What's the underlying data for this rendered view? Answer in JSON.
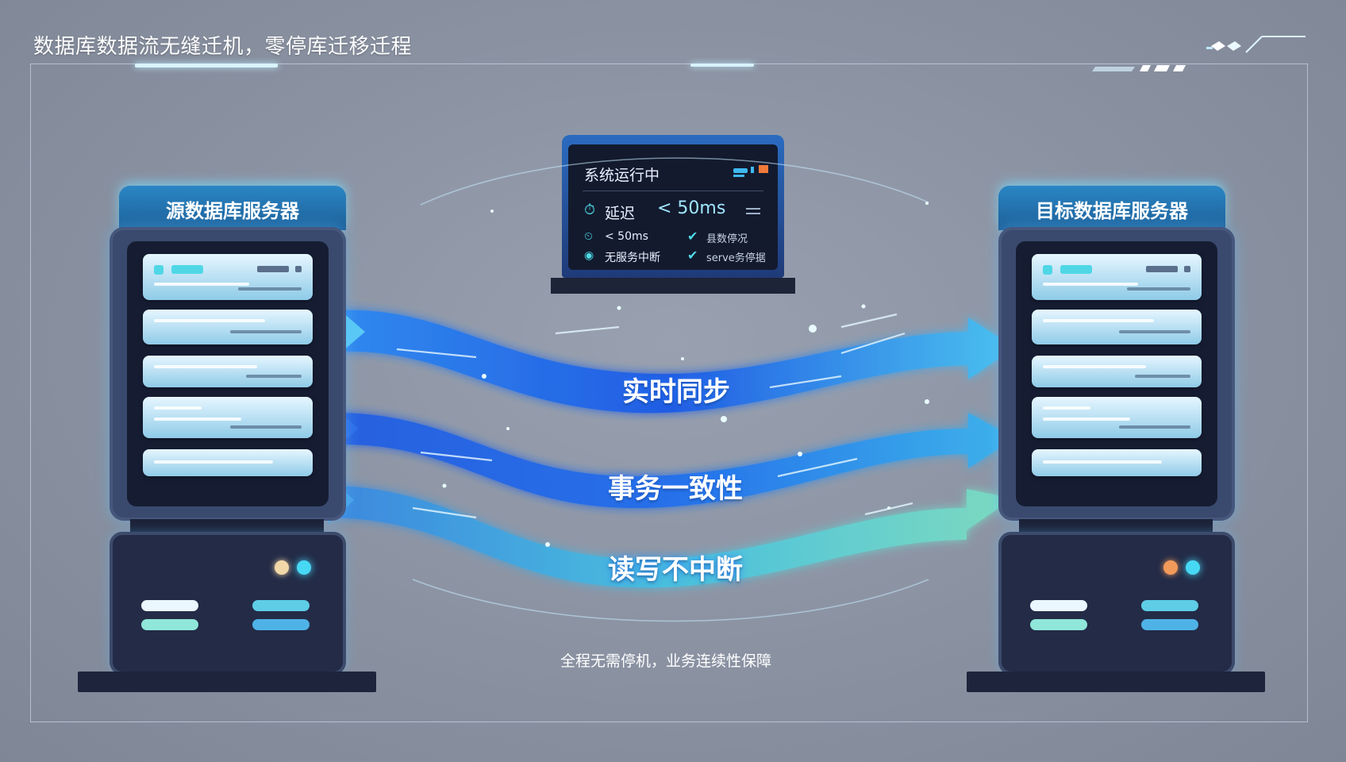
{
  "header": {
    "title": "数据库数据流无缝迁机，零停库迁移迁程"
  },
  "source_server": {
    "label": "源数据库服务器"
  },
  "target_server": {
    "label": "目标数据库服务器"
  },
  "status_panel": {
    "title": "系统运行中",
    "latency_label": "延迟",
    "latency_value": "< 50ms",
    "row1_left": "< 50ms",
    "row1_right": "县数停况",
    "row2_left": "无服务中断",
    "row2_right": "serve务停据"
  },
  "flows": [
    {
      "label": "实时同步"
    },
    {
      "label": "事务一致性"
    },
    {
      "label": "读写不中断"
    }
  ],
  "footer": {
    "caption": "全程无需停机，业务连续性保障"
  },
  "colors": {
    "background": "#8b93a3",
    "flow_blue": "#1e6cf0",
    "flow_cyan": "#3fd0f0",
    "flow_teal": "#6fe3c8",
    "accent_cyan": "#4fdbe6",
    "led_orange": "#f29a5a"
  }
}
